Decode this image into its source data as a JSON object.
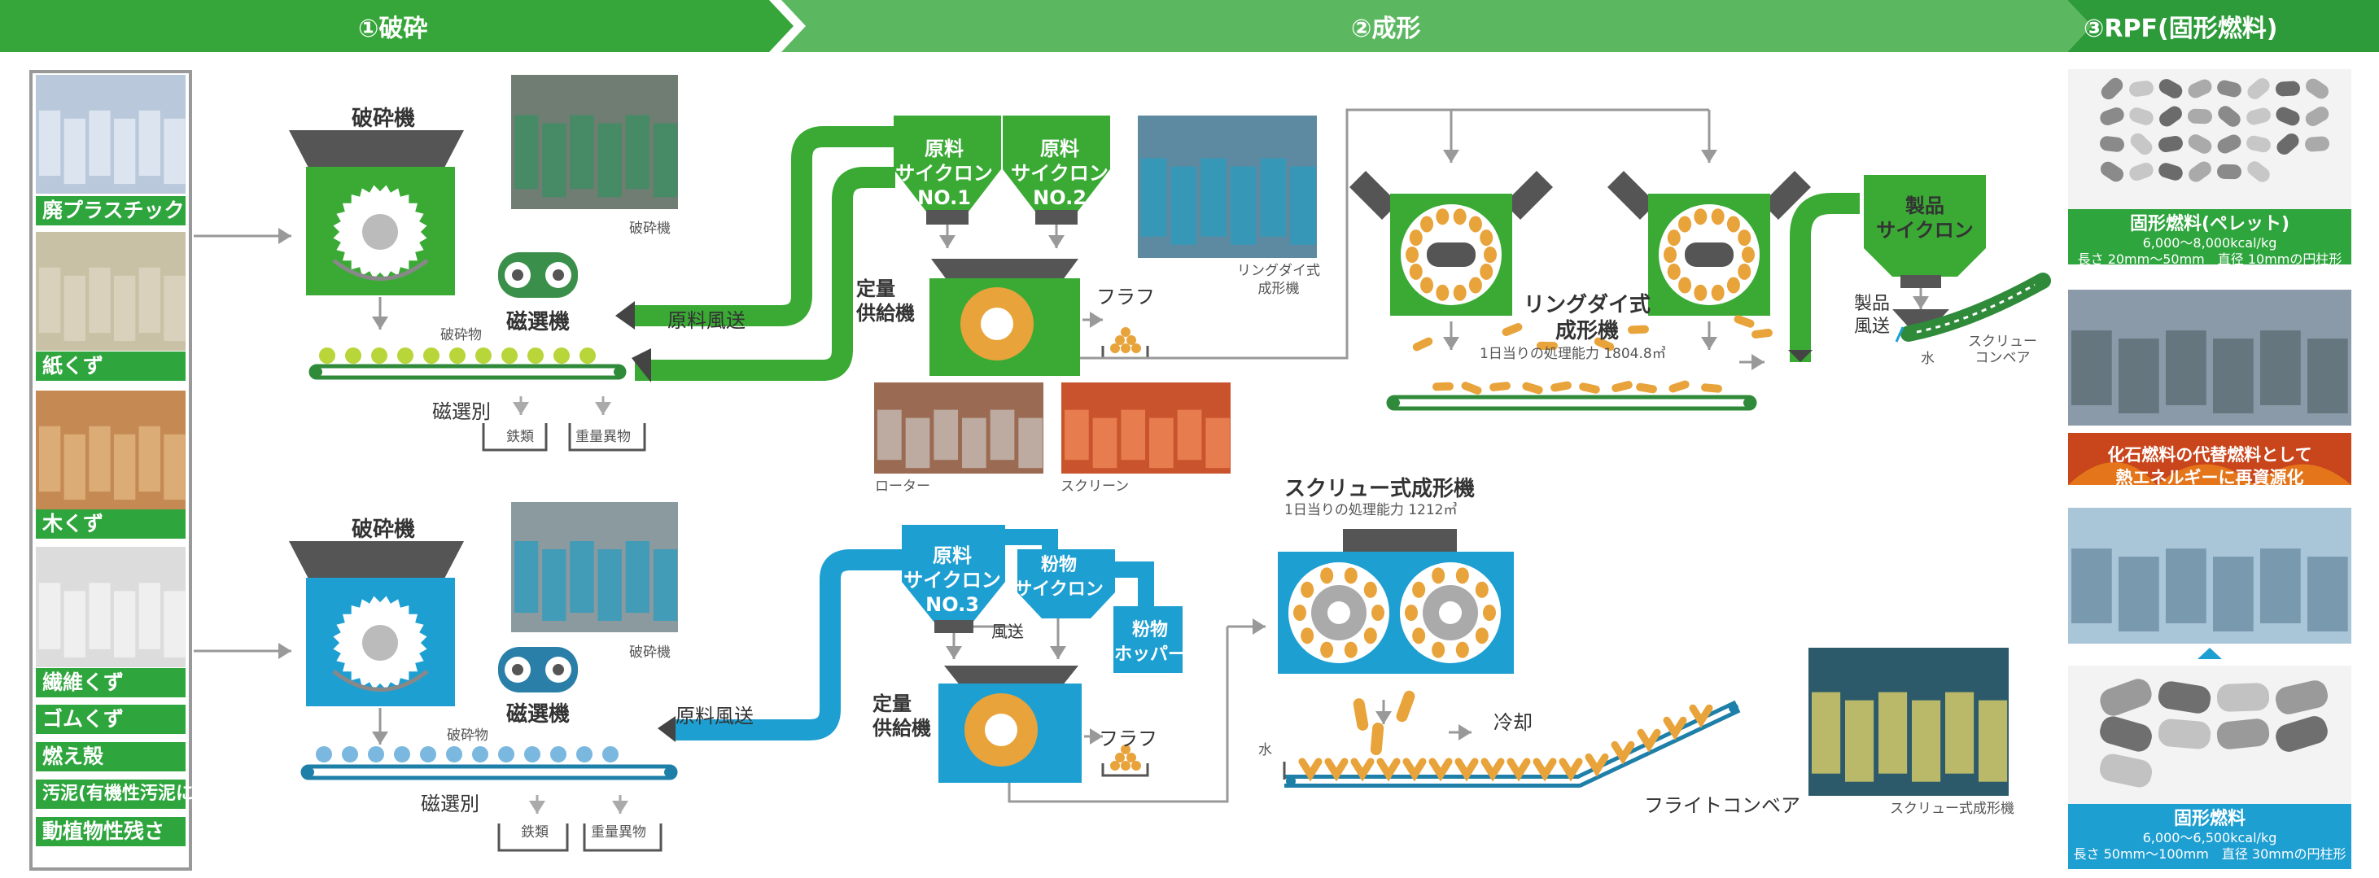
{
  "stages": {
    "s1": "①破砕",
    "s2": "②成形",
    "s3": "③RPF(固形燃料)"
  },
  "materials": [
    "廃プラスチック",
    "紙くず",
    "木くず",
    "繊維くず",
    "ゴムくず",
    "燃え殻",
    "汚泥(有機性汚泥に限る)",
    "動植物性残さ"
  ],
  "top": {
    "crusher": "破砕機",
    "crusher_photo": "破砕機",
    "crushed": "破砕物",
    "magnet": "磁選機",
    "magnet_sep": "磁選別",
    "iron": "鉄類",
    "heavy": "重量異物",
    "air_transport": "原料風送",
    "cyclone1": "原料\nサイクロン\nNO.1",
    "cyclone2": "原料\nサイクロン\nNO.2",
    "feeder": "定量\n供給機",
    "fluff": "フラフ",
    "ringdie_photo": "リングダイ式\n成形機",
    "rotor": "ローター",
    "screen": "スクリーン",
    "ringdie": "リングダイ式\n成形機",
    "capacity": "1日当りの処理能力 1804.8㎥",
    "product_cyclone": "製品\nサイクロン",
    "product_air": "製品\n風送",
    "water": "水",
    "screw_conveyor": "スクリュー\nコンベア"
  },
  "bottom": {
    "crusher": "破砕機",
    "crusher_photo": "破砕機",
    "crushed": "破砕物",
    "magnet": "磁選機",
    "magnet_sep": "磁選別",
    "iron": "鉄類",
    "heavy": "重量異物",
    "air_transport": "原料風送",
    "cyclone3": "原料\nサイクロン\nNO.3",
    "powder_cyclone": "粉物\nサイクロン",
    "wind": "風送",
    "powder_hopper": "粉物\nホッパー",
    "feeder": "定量\n供給機",
    "fluff": "フラフ",
    "screw_former": "スクリュー式成形機",
    "capacity": "1日当りの処理能力 1212㎥",
    "cooling": "冷却",
    "water": "水",
    "flight_conveyor": "フライトコンベア",
    "screw_photo": "スクリュー式成形機"
  },
  "rpf": {
    "pellet_title": "固形燃料(ペレット)",
    "pellet_cal": "6,000～8,000kcal/kg",
    "pellet_size": "長さ 20mm～50mm　直径 10mmの円柱形",
    "fossil_line1": "化石燃料の代替燃料として",
    "fossil_line2": "熱エネルギーに再資源化",
    "fuel_title": "固形燃料",
    "fuel_cal": "6,000～6,500kcal/kg",
    "fuel_size": "長さ 50mm～100mm　直径 30mmの円柱形"
  },
  "colors": {
    "green": "#3aaa35",
    "dark_green": "#2fa53e",
    "blue": "#1e9fd2",
    "orange": "#e8a33a",
    "dark_gray": "#555555"
  }
}
